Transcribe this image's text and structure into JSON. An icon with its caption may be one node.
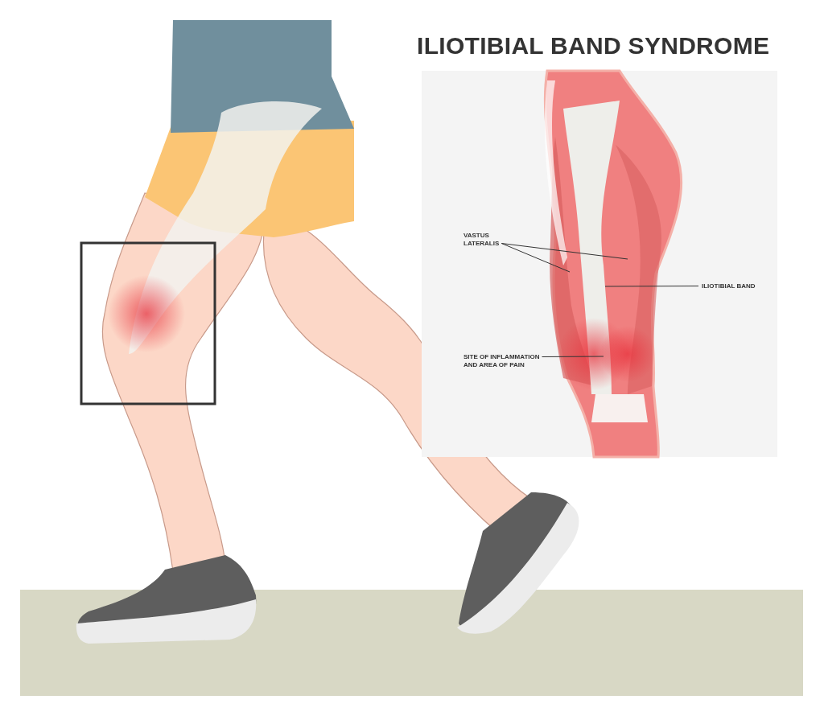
{
  "diagram": {
    "title": "ILIOTIBIAL BAND SYNDROME",
    "nodes": [
      {
        "text": [
          "VASTUS LATERALIS"
        ]
      },
      {
        "text": [
          "ILIOTIBIAL BAND"
        ]
      },
      {
        "text": [
          "SITE OF INFLAMMATION AND AREA OF PAIN"
        ]
      }
    ],
    "edges": [
      {
        "from": 0,
        "to": null,
        "arrow": "none"
      },
      {
        "from": 0,
        "to": null,
        "arrow": "none"
      },
      {
        "from": null,
        "to": 1,
        "arrow": "none"
      },
      {
        "from": 2,
        "to": null,
        "arrow": "none"
      }
    ]
  }
}
